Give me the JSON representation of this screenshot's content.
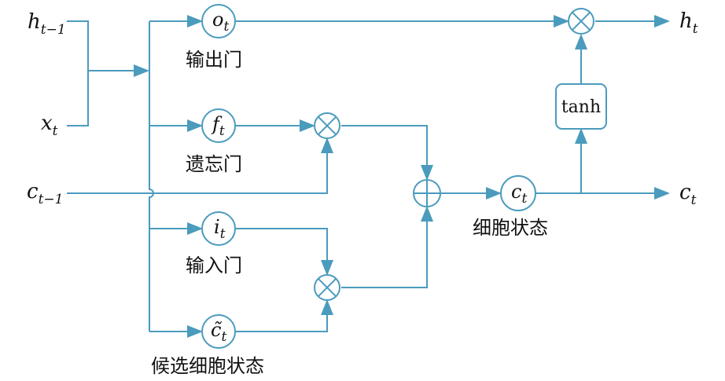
{
  "inputs": {
    "h_prev": {
      "base": "h",
      "sub": "t−1"
    },
    "x_t": {
      "base": "x",
      "sub": "t"
    },
    "c_prev": {
      "base": "c",
      "sub": "t−1"
    }
  },
  "gates": {
    "output": {
      "base": "o",
      "sub": "t",
      "label": "输出门"
    },
    "forget": {
      "base": "f",
      "sub": "t",
      "label": "遗忘门"
    },
    "input": {
      "base": "i",
      "sub": "t",
      "label": "输入门"
    },
    "candidate": {
      "base": "c̃",
      "sub": "t",
      "label": "候选细胞状态"
    }
  },
  "cell": {
    "base": "c",
    "sub": "t",
    "label": "细胞状态"
  },
  "tanh_label": "tanh",
  "outputs": {
    "h_t": {
      "base": "h",
      "sub": "t"
    },
    "c_t": {
      "base": "c",
      "sub": "t"
    }
  },
  "colors": {
    "line": "#4b9bbd",
    "text": "#111111"
  }
}
